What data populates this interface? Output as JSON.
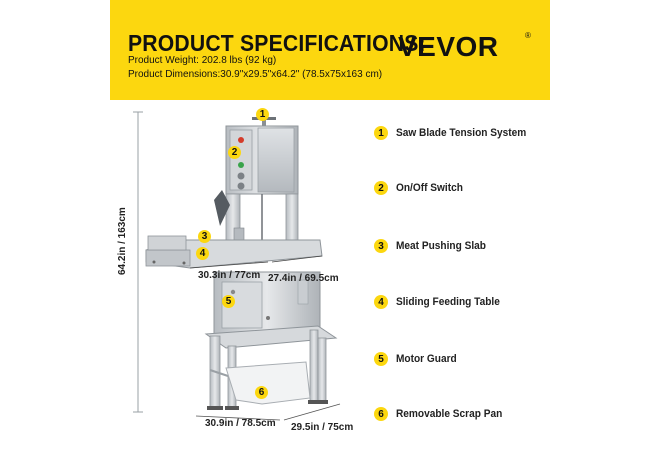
{
  "header": {
    "title": "PRODUCT SPECIFICATIONS:",
    "weight": "Product Weight: 202.8 lbs (92 kg)",
    "dimensions": "Product Dimensions:30.9\"x29.5\"x64.2\" (78.5x75x163 cm)",
    "brand": "VEVOR",
    "brand_mark": "®"
  },
  "features": [
    {
      "num": "1",
      "label": "Saw Blade Tension System"
    },
    {
      "num": "2",
      "label": "On/Off Switch"
    },
    {
      "num": "3",
      "label": "Meat Pushing Slab"
    },
    {
      "num": "4",
      "label": "Sliding Feeding Table"
    },
    {
      "num": "5",
      "label": "Motor Guard"
    },
    {
      "num": "6",
      "label": "Removable Scrap Pan"
    }
  ],
  "callouts": [
    "1",
    "2",
    "3",
    "4",
    "5",
    "6"
  ],
  "dimension_labels": {
    "height": "64.2in / 163cm",
    "table_width": "30.3in / 77cm",
    "table_depth": "27.4in / 69.5cm",
    "base_width": "30.9in / 78.5cm",
    "base_depth": "29.5in / 75cm"
  },
  "colors": {
    "accent": "#fcd70f",
    "steel": "#c9cdd1"
  }
}
